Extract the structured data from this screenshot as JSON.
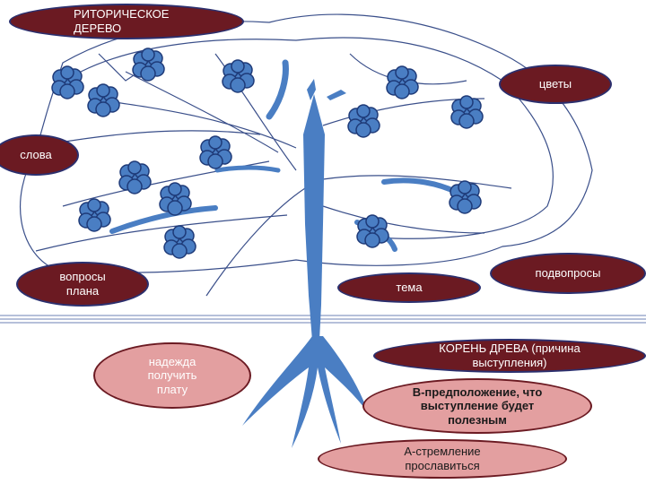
{
  "title": "РИТОРИЧЕСКОЕ ДЕРЕВО",
  "labels": {
    "flowers": "цветы",
    "words": "слова",
    "plan_questions": "вопросы плана",
    "subquestions": "подвопросы",
    "topic": "тема",
    "root": "КОРЕНЬ ДРЕВА (причина выступления)",
    "hope": "надежда получить плату",
    "b_assumption": "В-предположение, что выступление будет полезным",
    "a_aspiration": "А-стремление прославиться"
  },
  "colors": {
    "tree": "#4a7ec3",
    "lines": "#3a4f8a",
    "dark_oval": "#6b1a22",
    "pink_oval": "#e39fa0"
  }
}
